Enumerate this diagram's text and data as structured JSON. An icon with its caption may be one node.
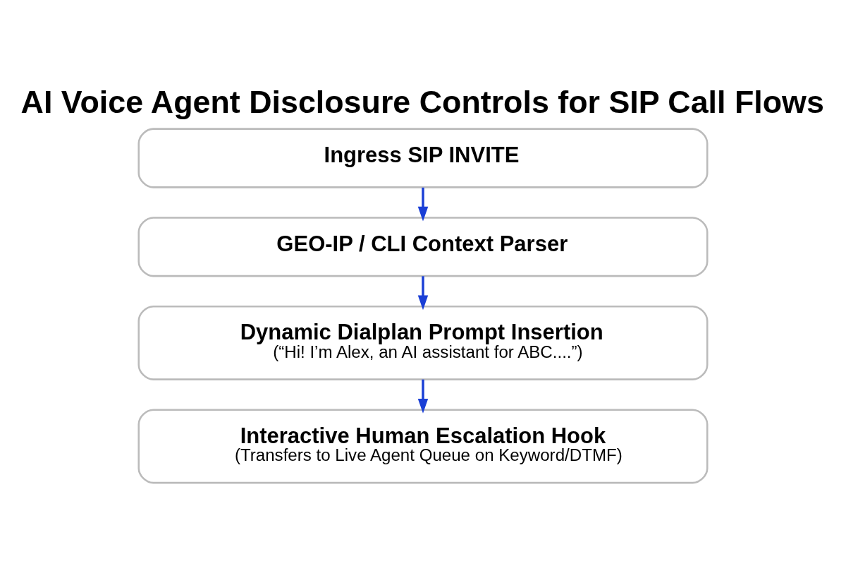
{
  "diagram": {
    "title": "AI Voice Agent Disclosure Controls for SIP Call Flows",
    "nodes": [
      {
        "text": [
          "Ingress SIP INVITE"
        ]
      },
      {
        "text": [
          "GEO-IP / CLI Context Parser"
        ]
      },
      {
        "text": [
          "Dynamic Dialplan Prompt Insertion",
          "(“Hi! I’m Alex, an AI assistant for ABC....”)"
        ]
      },
      {
        "text": [
          "Interactive Human Escalation Hook",
          "(Transfers to Live Agent Queue on Keyword/DTMF)"
        ]
      }
    ],
    "edges": [
      {
        "from": 0,
        "to": 1,
        "arrow": "to"
      },
      {
        "from": 1,
        "to": 2,
        "arrow": "to"
      },
      {
        "from": 2,
        "to": 3,
        "arrow": "to"
      }
    ]
  }
}
